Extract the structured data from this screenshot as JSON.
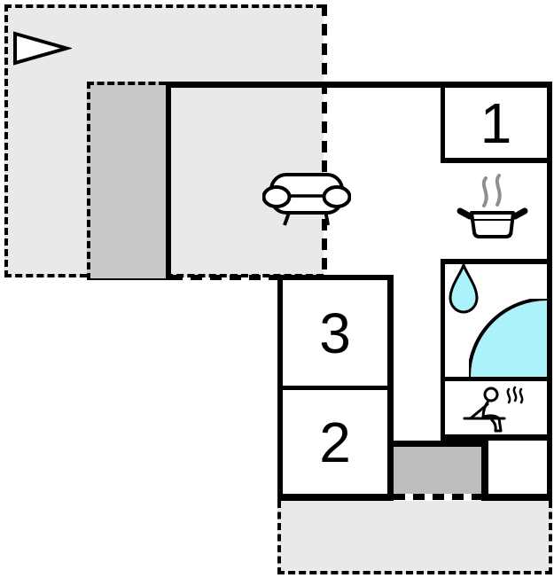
{
  "rooms": {
    "bedroom1": {
      "label": "1"
    },
    "bedroom2": {
      "label": "2"
    },
    "bedroom3": {
      "label": "3"
    }
  },
  "icons": {
    "flag": "pennant-flag-icon",
    "sofa": "sofa-icon",
    "kitchen": "cooking-pot-steam-icon",
    "water": "water-drop-icon",
    "bath": "corner-bath-icon",
    "sauna": "sauna-person-icon"
  },
  "colors": {
    "terrace-fill": "#e9e9e9",
    "annex-fill": "#c9c9c9",
    "entry-fill": "#bdbdbd",
    "water-fill": "#aaf3fb",
    "wall": "#000000",
    "steam": "#8f8f8f",
    "room-fill": "#ffffff",
    "label": "#000000"
  }
}
